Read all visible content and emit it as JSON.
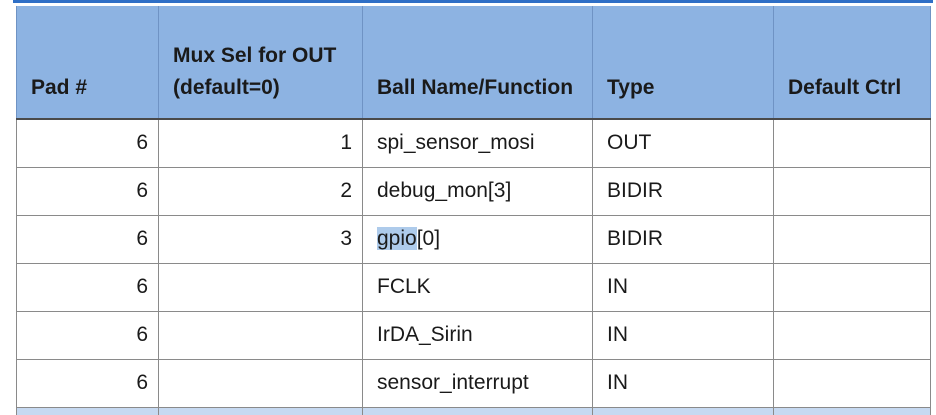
{
  "table": {
    "headers": {
      "pad": "Pad #",
      "mux": "Mux Sel for OUT (default=0)",
      "ball": "Ball Name/Function",
      "type": "Type",
      "default_ctrl": "Default Ctrl"
    },
    "rows": [
      {
        "pad": "6",
        "mux": "1",
        "ball": "spi_sensor_mosi",
        "type": "OUT",
        "default_ctrl": ""
      },
      {
        "pad": "6",
        "mux": "2",
        "ball": "debug_mon[3]",
        "type": "BIDIR",
        "default_ctrl": ""
      },
      {
        "pad": "6",
        "mux": "3",
        "ball_highlight": "gpio",
        "ball_rest": "[0]",
        "type": "BIDIR",
        "default_ctrl": ""
      },
      {
        "pad": "6",
        "mux": "",
        "ball": "FCLK",
        "type": "IN",
        "default_ctrl": ""
      },
      {
        "pad": "6",
        "mux": "",
        "ball": "IrDA_Sirin",
        "type": "IN",
        "default_ctrl": ""
      },
      {
        "pad": "6",
        "mux": "",
        "ball": "sensor_interrupt",
        "type": "IN",
        "default_ctrl": ""
      }
    ]
  },
  "colors": {
    "header_fill": "#8db3e2",
    "selection_highlight": "#aecbeb",
    "top_rule": "#2f6fc6"
  }
}
